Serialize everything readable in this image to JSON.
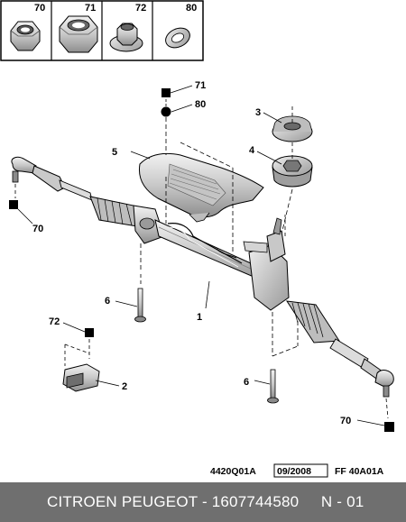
{
  "legend": {
    "items": [
      {
        "number": "70",
        "icon": "hex-nut-icon"
      },
      {
        "number": "71",
        "icon": "large-nut-icon"
      },
      {
        "number": "72",
        "icon": "flange-nut-icon"
      },
      {
        "number": "80",
        "icon": "washer-icon"
      }
    ]
  },
  "callouts": {
    "c71": "71",
    "c80": "80",
    "c3": "3",
    "c5": "5",
    "c4": "4",
    "c70a": "70",
    "c6a": "6",
    "c1": "1",
    "c72": "72",
    "c2": "2",
    "c6b": "6",
    "c70b": "70"
  },
  "refs": {
    "ref1": "4420Q01A",
    "ref2": "09/2008",
    "ref3": "FF 40A01A"
  },
  "footer": {
    "text": "CITROEN PEUGEOT - 1607744580     N - 01"
  },
  "colors": {
    "footer_bg": "#6f6f6f",
    "part_fill": "#d9d9d9",
    "part_dark": "#a9a9a9",
    "outline": "#000000"
  }
}
